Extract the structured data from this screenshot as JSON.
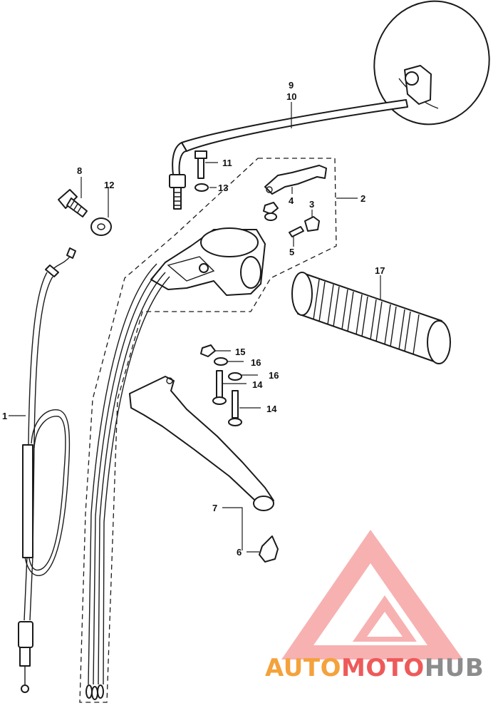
{
  "callouts": {
    "c1": "1",
    "c2": "2",
    "c3": "3",
    "c4": "4",
    "c5": "5",
    "c6": "6",
    "c7": "7",
    "c8": "8",
    "c9": "9",
    "c10": "10",
    "c11": "11",
    "c12": "12",
    "c13": "13",
    "c14a": "14",
    "c14b": "14",
    "c15": "15",
    "c16a": "16",
    "c16b": "16",
    "c17": "17"
  },
  "watermark": {
    "part1": "AUTO",
    "part2": "MOTO",
    "part3": "HUB",
    "color_orange": "#f4a23c",
    "color_red": "#ee5a5a",
    "color_gray": "#8c8c8c"
  }
}
